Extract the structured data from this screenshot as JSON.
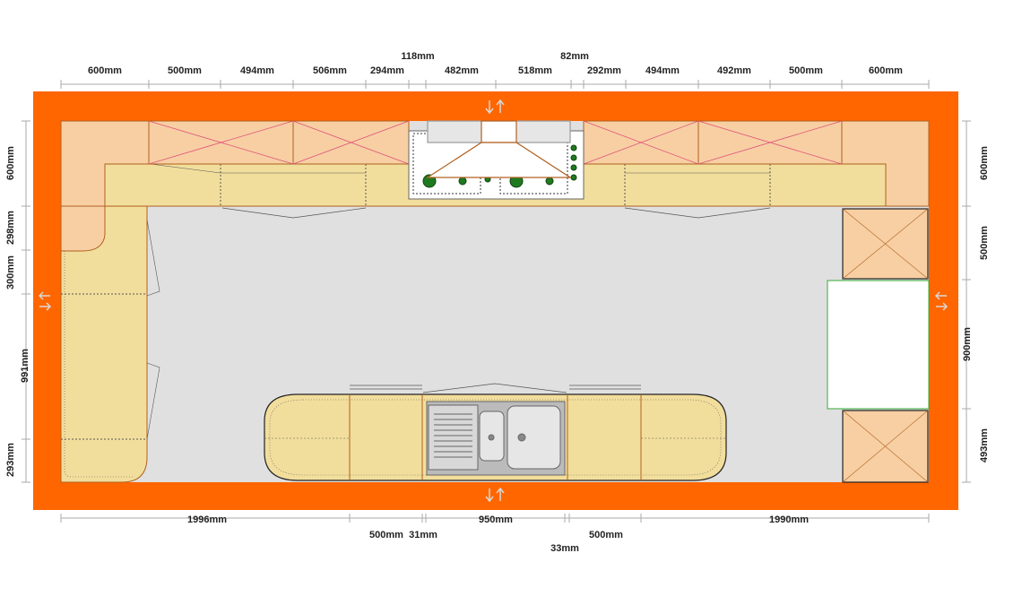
{
  "colors": {
    "wall": "#ff6600",
    "floor": "#e0e0e0",
    "worktop": "#f2de9c",
    "cabinet": "#f7cfa3",
    "cabinet_outline": "#b06020",
    "cross_line": "#e0507a",
    "dim_line": "#aaaaaa",
    "appliance_green": "#1f7a1f"
  },
  "dimensions": {
    "top": [
      "600mm",
      "500mm",
      "494mm",
      "506mm",
      "294mm",
      "482mm",
      "518mm",
      "292mm",
      "494mm",
      "492mm",
      "500mm",
      "600mm"
    ],
    "top_extra": [
      "118mm",
      "82mm"
    ],
    "left": [
      "600mm",
      "298mm",
      "300mm",
      "991mm",
      "293mm"
    ],
    "right": [
      "600mm",
      "500mm",
      "900mm",
      "493mm"
    ],
    "bottom": [
      "1996mm",
      "950mm",
      "1990mm"
    ],
    "bottom_lower": [
      "500mm",
      "31mm",
      "500mm"
    ],
    "bottom_extra": [
      "33mm"
    ]
  }
}
